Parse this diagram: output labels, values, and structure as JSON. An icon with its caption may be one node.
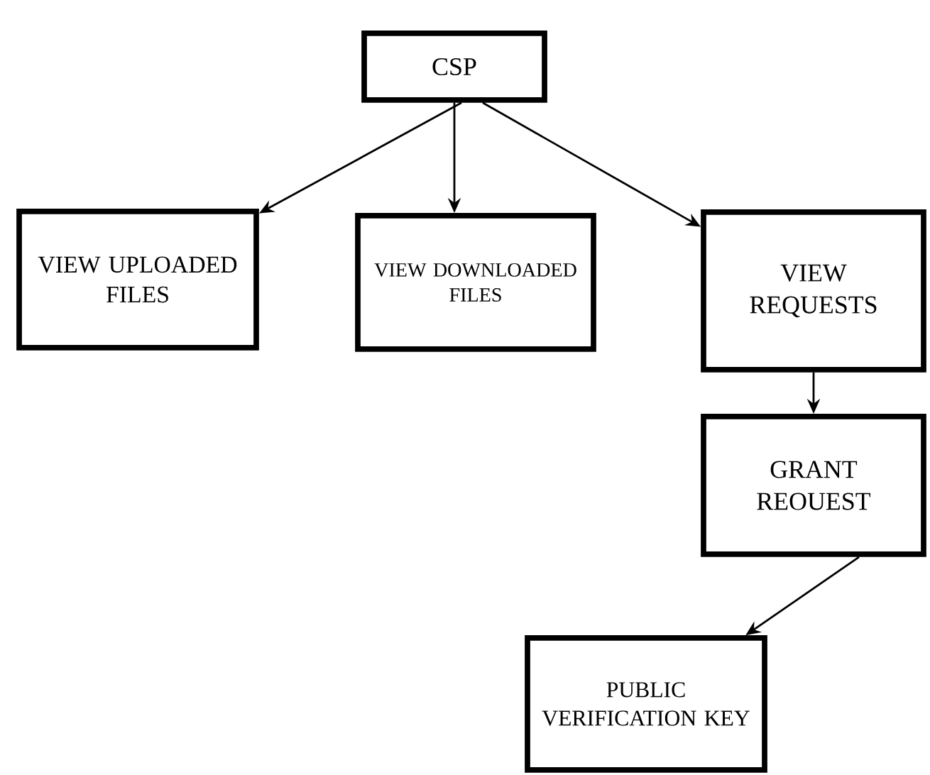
{
  "diagram": {
    "nodes": [
      {
        "text": [
          "CSP"
        ]
      },
      {
        "text": [
          "VIEW UPLOADED FILES"
        ]
      },
      {
        "text": [
          "VIEW DOWNLOADED FILES"
        ]
      },
      {
        "text": [
          "VIEW REQUESTS"
        ]
      },
      {
        "text": [
          "GRANT REOUEST"
        ]
      },
      {
        "text": [
          "PUBLIC VERIFICATION KEY"
        ]
      }
    ],
    "edges": [
      {
        "from": 0,
        "to": 1,
        "arrow": "to"
      },
      {
        "from": 0,
        "to": 2,
        "arrow": "to"
      },
      {
        "from": 0,
        "to": 3,
        "arrow": "to"
      },
      {
        "from": 3,
        "to": 4,
        "arrow": "to"
      },
      {
        "from": 4,
        "to": 5,
        "arrow": "to"
      }
    ]
  }
}
